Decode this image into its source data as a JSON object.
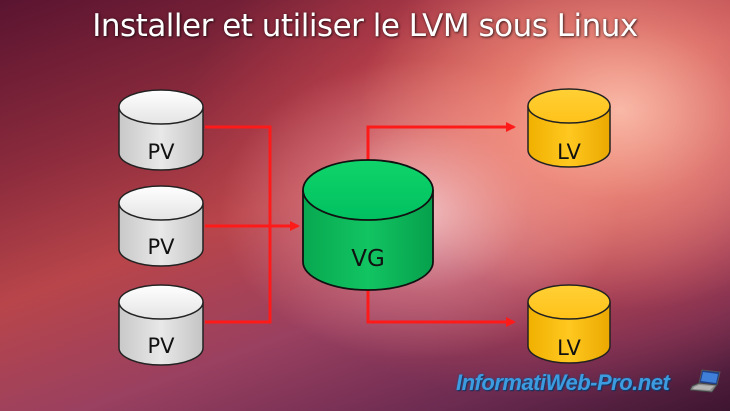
{
  "title": "Installer et utiliser le LVM sous Linux",
  "diagram": {
    "physical_volumes": [
      {
        "label": "PV",
        "color": "#e6e6e6"
      },
      {
        "label": "PV",
        "color": "#e6e6e6"
      },
      {
        "label": "PV",
        "color": "#e6e6e6"
      }
    ],
    "volume_group": {
      "label": "VG",
      "color": "#00c85a"
    },
    "logical_volumes": [
      {
        "label": "LV",
        "color": "#ffc61a"
      },
      {
        "label": "LV",
        "color": "#ffc61a"
      }
    ],
    "connector_color": "#ff1a1a"
  },
  "watermark": {
    "text": "InformatiWeb-Pro.net",
    "icon": "laptop-icon"
  }
}
